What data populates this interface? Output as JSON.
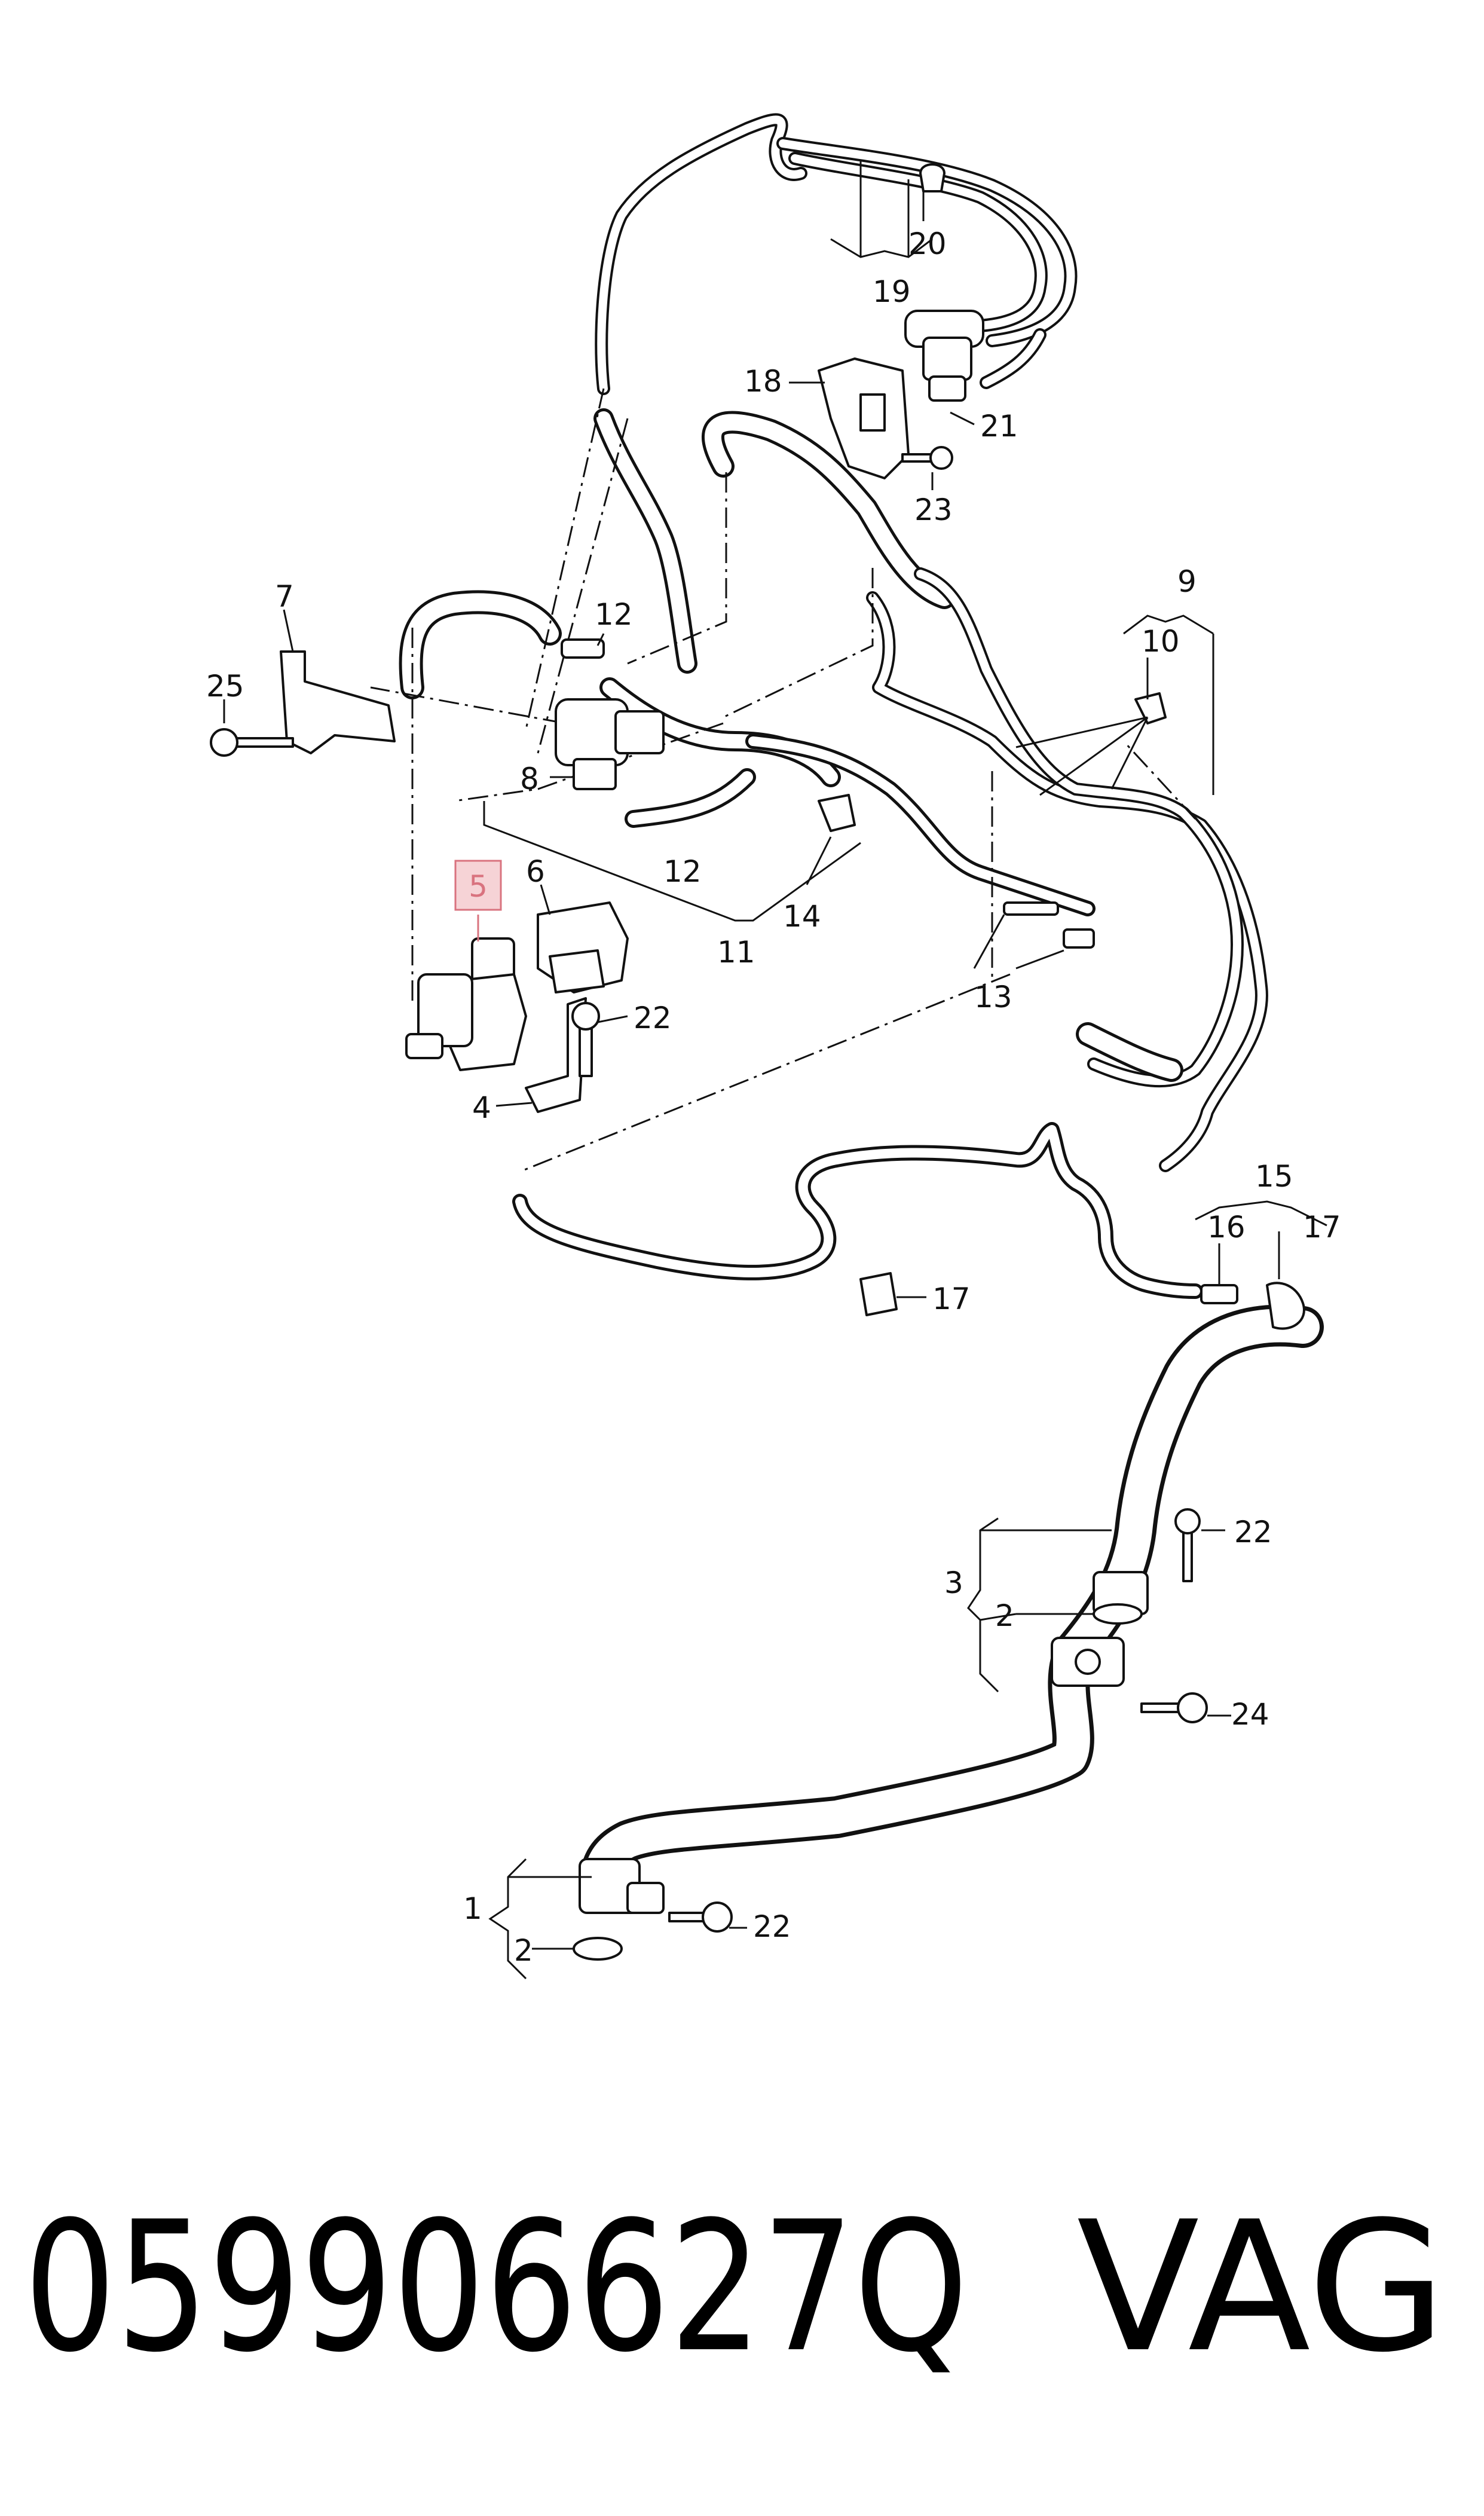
{
  "highlight_color": "#d9737f",
  "highlight_fill": "#f6d3d6",
  "callouts": [
    {
      "id": "c1",
      "label": "1"
    },
    {
      "id": "c2a",
      "label": "2"
    },
    {
      "id": "c2b",
      "label": "2"
    },
    {
      "id": "c3",
      "label": "3"
    },
    {
      "id": "c4",
      "label": "4"
    },
    {
      "id": "c5",
      "label": "5",
      "highlight": true
    },
    {
      "id": "c6",
      "label": "6"
    },
    {
      "id": "c7",
      "label": "7"
    },
    {
      "id": "c8",
      "label": "8"
    },
    {
      "id": "c9",
      "label": "9"
    },
    {
      "id": "c10",
      "label": "10"
    },
    {
      "id": "c11",
      "label": "11"
    },
    {
      "id": "c12a",
      "label": "12"
    },
    {
      "id": "c12b",
      "label": "12"
    },
    {
      "id": "c13",
      "label": "13"
    },
    {
      "id": "c14",
      "label": "14"
    },
    {
      "id": "c15",
      "label": "15"
    },
    {
      "id": "c16",
      "label": "16"
    },
    {
      "id": "c17a",
      "label": "17"
    },
    {
      "id": "c17b",
      "label": "17"
    },
    {
      "id": "c18",
      "label": "18"
    },
    {
      "id": "c19",
      "label": "19"
    },
    {
      "id": "c20",
      "label": "20"
    },
    {
      "id": "c21",
      "label": "21"
    },
    {
      "id": "c22a",
      "label": "22"
    },
    {
      "id": "c22b",
      "label": "22"
    },
    {
      "id": "c22c",
      "label": "22"
    },
    {
      "id": "c23",
      "label": "23"
    },
    {
      "id": "c24",
      "label": "24"
    },
    {
      "id": "c25",
      "label": "25"
    }
  ],
  "footer": {
    "part_number": "059906627Q",
    "brand": "VAG"
  }
}
